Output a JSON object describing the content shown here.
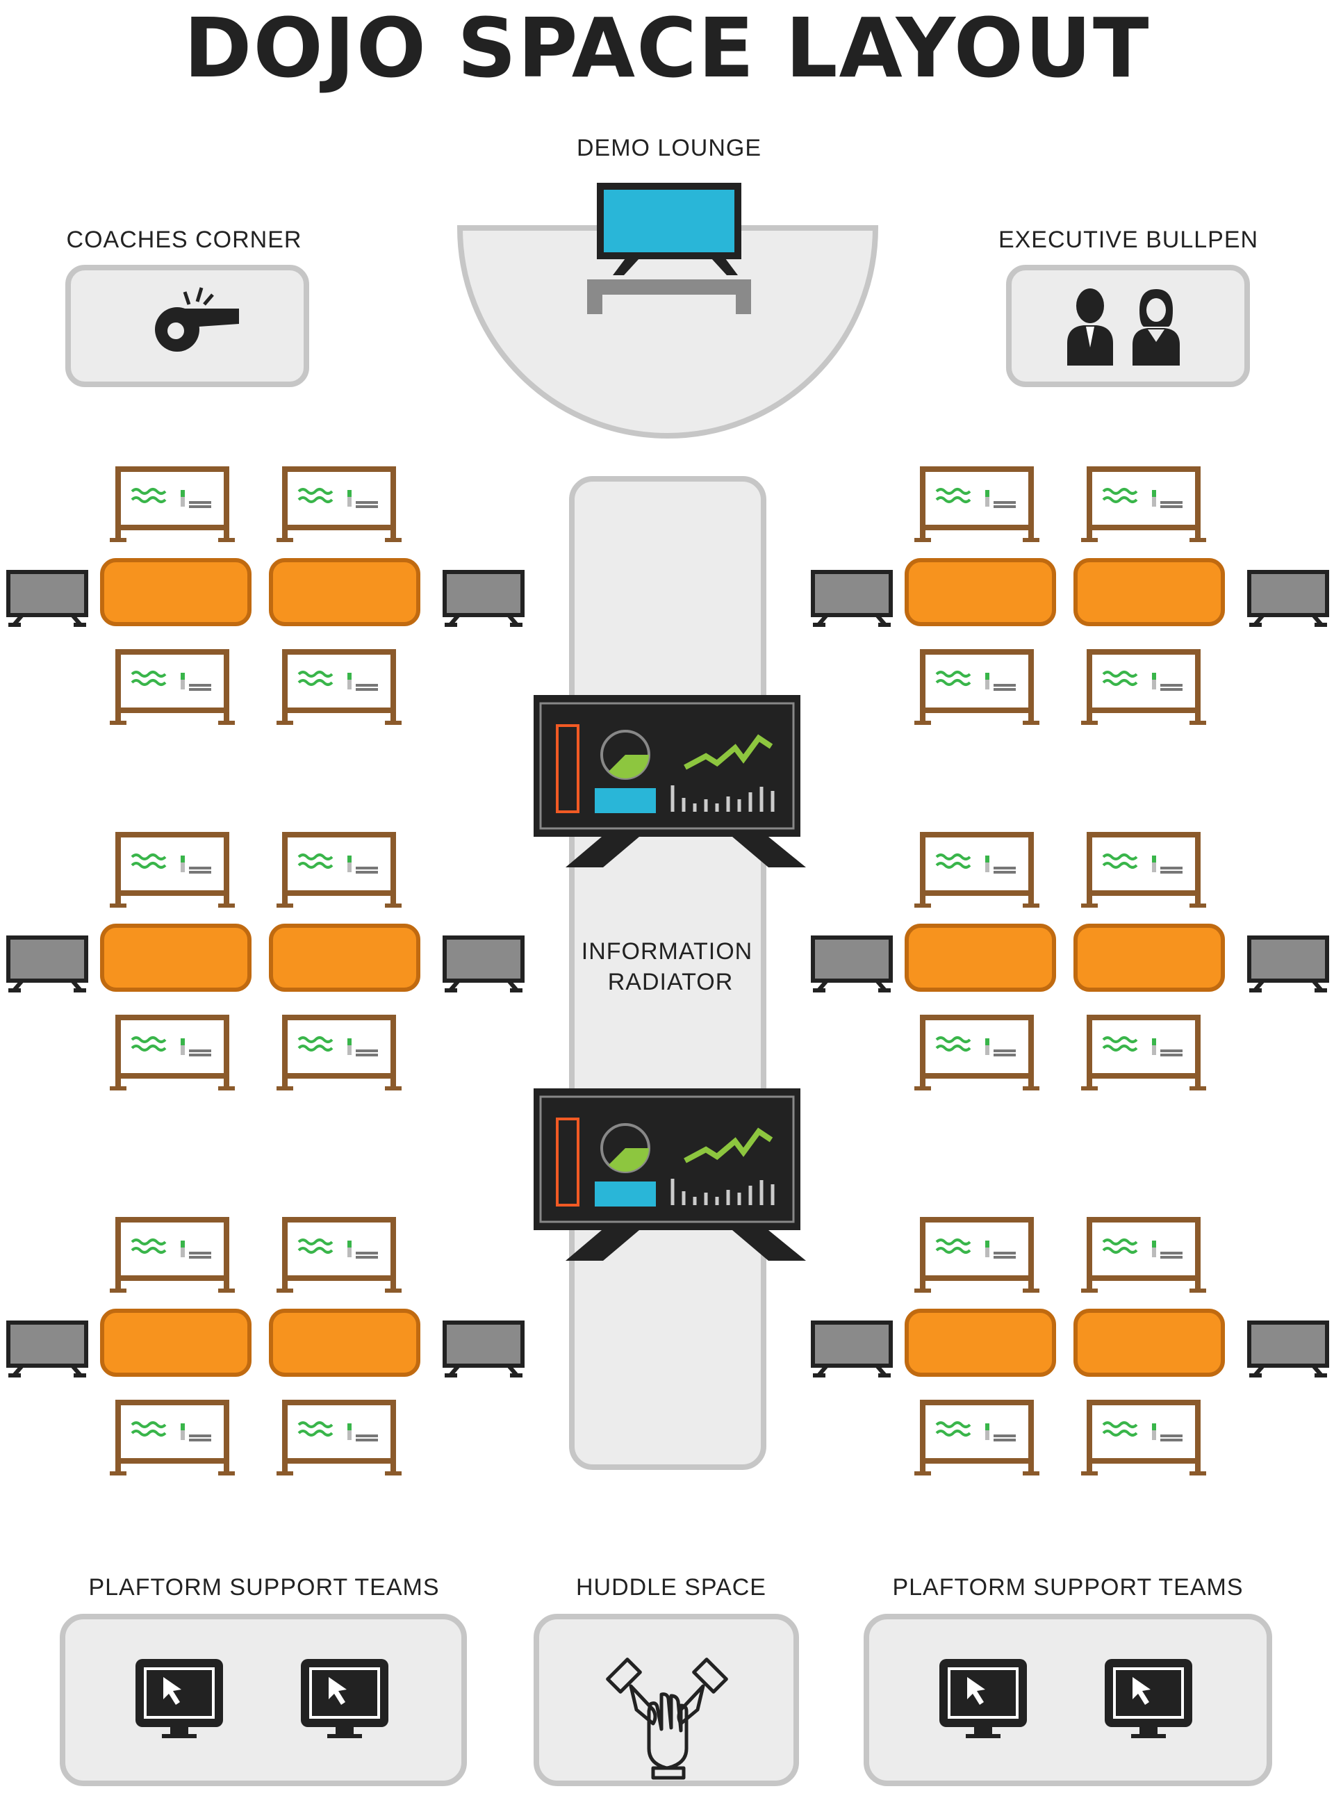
{
  "title": "DOJO SPACE LAYOUT",
  "areas": {
    "demo_lounge": {
      "label": "DEMO LOUNGE",
      "icon": "tv-icon"
    },
    "coaches_corner": {
      "label": "COACHES CORNER",
      "icon": "whistle-icon"
    },
    "executive_bullpen": {
      "label": "EXECUTIVE BULLPEN",
      "icon": "executives-icon"
    },
    "information_radiator": {
      "line1": "INFORMATION",
      "line2": "RADIATOR",
      "icon": "dashboard-screen-icon"
    },
    "platform_support_left": {
      "label": "PLAFTORM SUPPORT TEAMS",
      "icon": "monitor-cursor-icon"
    },
    "huddle_space": {
      "label": "HUDDLE SPACE",
      "icon": "team-hands-icon"
    },
    "platform_support_right": {
      "label": "PLAFTORM SUPPORT TEAMS",
      "icon": "monitor-cursor-icon"
    }
  },
  "team_pods": {
    "count": 6,
    "tables_per_pod": 2,
    "whiteboards_per_pod": 4,
    "screens_per_pod": 2
  },
  "colors": {
    "table": "#f7931e",
    "table_border": "#c06a10",
    "whiteboard_frame": "#8b5a2b",
    "wave": "#39b54a",
    "screen_gray": "#8a8a8a",
    "dark": "#222222",
    "area_fill": "#ececec",
    "area_border": "#c6c6c6",
    "demo_screen": "#29b6d8",
    "chart_green": "#8dc63f",
    "chart_red": "#f15a24",
    "chart_blue": "#29b6d8"
  }
}
